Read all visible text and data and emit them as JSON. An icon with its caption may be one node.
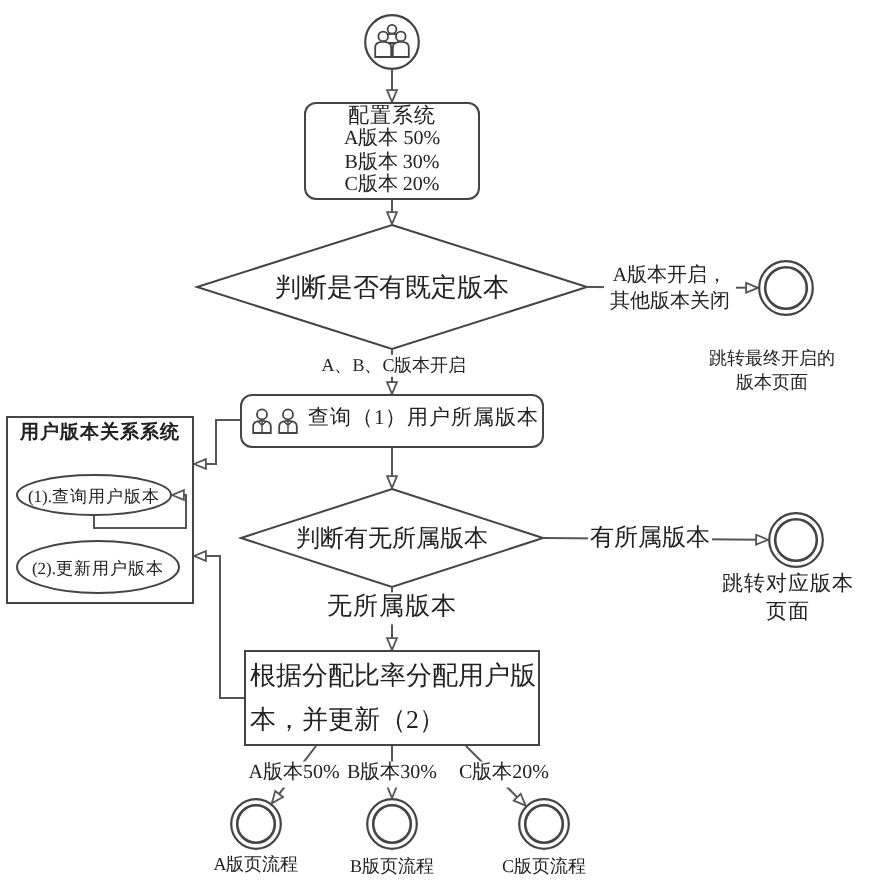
{
  "diagram": {
    "nodes": [
      {
        "text": [],
        "shape": "person"
      },
      {
        "text": [
          "配置系统",
          "A版本 50%",
          "B版本 30%",
          "C版本 20%"
        ]
      },
      {
        "text": [
          "判断是否有既定版本"
        ]
      },
      {
        "text": [],
        "shape": "circle",
        "beside": [
          "跳转最终开启的版本页面"
        ]
      },
      {
        "text": [
          "查询（1）用户所属版本"
        ]
      },
      {
        "text": [
          "用户版本关系系统"
        ]
      },
      {
        "text": [
          "(1).查询用户版本"
        ],
        "in": 5
      },
      {
        "text": [
          "(2).更新用户版本"
        ],
        "in": 5
      },
      {
        "text": [
          "判断有无所属版本"
        ]
      },
      {
        "text": [],
        "shape": "circle",
        "beside": [
          "跳转对应版本页面"
        ]
      },
      {
        "text": [
          "根据分配比率分配用户版本，并更新（2）"
        ]
      },
      {
        "text": [],
        "shape": "circle",
        "beside": [
          "A版页流程"
        ]
      },
      {
        "text": [],
        "shape": "circle",
        "beside": [
          "B版页流程"
        ]
      },
      {
        "text": [],
        "shape": "circle",
        "beside": [
          "C版页流程"
        ]
      }
    ],
    "edges": [
      {
        "from": 0,
        "to": 1,
        "arrow": "to"
      },
      {
        "from": 1,
        "to": 2,
        "arrow": "to"
      },
      {
        "from": 2,
        "to": 3,
        "arrow": "to",
        "label": "A版本开启，其他版本关闭"
      },
      {
        "from": 2,
        "to": 4,
        "arrow": "to",
        "label": "A、B、C版本开启"
      },
      {
        "from": 4,
        "to": 5,
        "arrow": "to"
      },
      {
        "from": 6,
        "to": 6,
        "arrow": "to"
      },
      {
        "from": 4,
        "to": 8,
        "arrow": "to"
      },
      {
        "from": 8,
        "to": 9,
        "arrow": "to",
        "label": "有所属版本"
      },
      {
        "from": 8,
        "to": 10,
        "arrow": "to",
        "label": "无所属版本"
      },
      {
        "from": 10,
        "to": 5,
        "arrow": "to"
      },
      {
        "from": 10,
        "to": 11,
        "arrow": "to",
        "label": "A版本50%"
      },
      {
        "from": 10,
        "to": 12,
        "arrow": "to",
        "label": "B版本30%"
      },
      {
        "from": 10,
        "to": 13,
        "arrow": "to",
        "label": "C版本20%"
      }
    ]
  }
}
